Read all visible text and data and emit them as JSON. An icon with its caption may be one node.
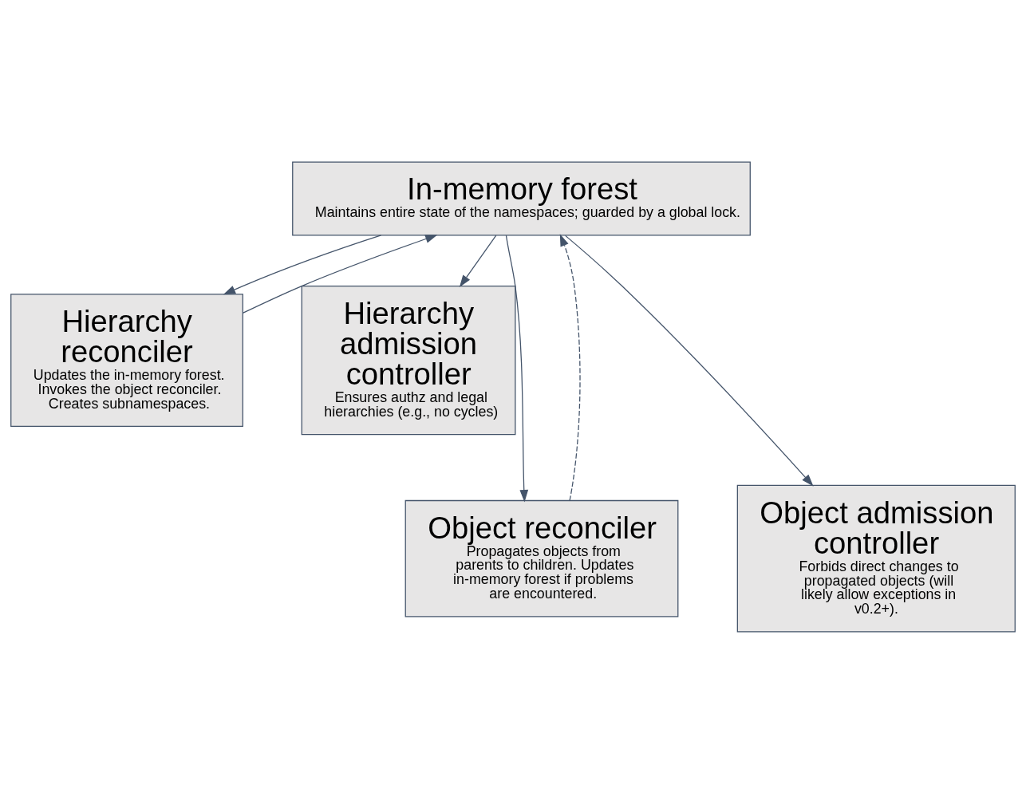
{
  "diagram": {
    "nodes": [
      {
        "text": [
          "In-memory forest",
          "Maintains entire state of the namespaces; guarded by a global lock."
        ]
      },
      {
        "text": [
          "Hierarchy reconciler",
          "Updates the in-memory forest. Invokes the object reconciler. Creates subnamespaces."
        ]
      },
      {
        "text": [
          "Hierarchy admission controller",
          "Ensures authz and legal hierarchies (e.g., no cycles)"
        ]
      },
      {
        "text": [
          "Object reconciler",
          "Propagates objects from parents to children. Updates in-memory forest if problems are encountered."
        ]
      },
      {
        "text": [
          "Object admission controller",
          "Forbids direct changes to propagated objects (will likely allow exceptions in v0.2+)."
        ]
      }
    ],
    "edges": [
      {
        "from": 0,
        "to": 1,
        "arrow": "to"
      },
      {
        "from": 0,
        "to": 2,
        "arrow": "to"
      },
      {
        "from": 0,
        "to": 3,
        "arrow": "to"
      },
      {
        "from": 0,
        "to": 4,
        "arrow": "to"
      },
      {
        "from": 1,
        "to": 0,
        "arrow": "to"
      },
      {
        "from": 3,
        "to": 0,
        "arrow": "to",
        "style": "dashed"
      }
    ]
  }
}
